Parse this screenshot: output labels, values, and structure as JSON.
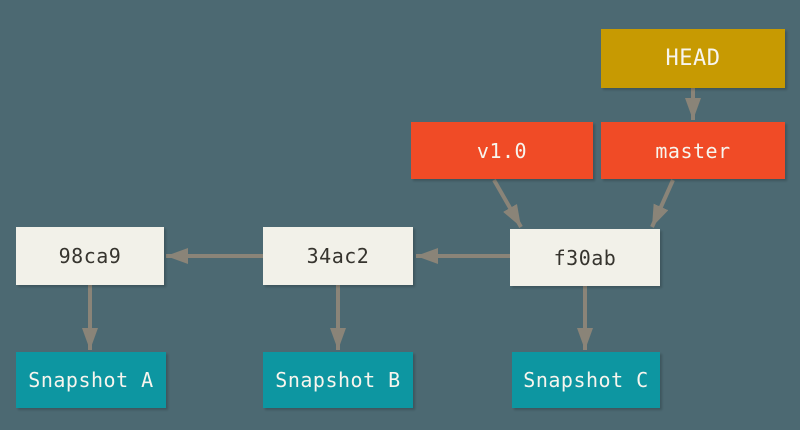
{
  "diagram": {
    "type": "git-commit-history-with-refs",
    "nodes": [
      {
        "id": "head",
        "label": "HEAD",
        "kind": "head-pointer"
      },
      {
        "id": "v1.0",
        "label": "v1.0",
        "kind": "tag"
      },
      {
        "id": "master",
        "label": "master",
        "kind": "branch"
      },
      {
        "id": "f30ab",
        "label": "f30ab",
        "kind": "commit"
      },
      {
        "id": "34ac2",
        "label": "34ac2",
        "kind": "commit"
      },
      {
        "id": "98ca9",
        "label": "98ca9",
        "kind": "commit"
      },
      {
        "id": "snapshot-a",
        "label": "Snapshot A",
        "kind": "snapshot"
      },
      {
        "id": "snapshot-b",
        "label": "Snapshot B",
        "kind": "snapshot"
      },
      {
        "id": "snapshot-c",
        "label": "Snapshot C",
        "kind": "snapshot"
      }
    ],
    "edges": [
      {
        "from": "HEAD",
        "to": "master"
      },
      {
        "from": "v1.0",
        "to": "f30ab"
      },
      {
        "from": "master",
        "to": "f30ab"
      },
      {
        "from": "f30ab",
        "to": "34ac2"
      },
      {
        "from": "34ac2",
        "to": "98ca9"
      },
      {
        "from": "98ca9",
        "to": "Snapshot A"
      },
      {
        "from": "34ac2",
        "to": "Snapshot B"
      },
      {
        "from": "f30ab",
        "to": "Snapshot C"
      }
    ],
    "colors": {
      "background": "#4c6972",
      "head_fill": "#c79a02",
      "ref_fill": "#f04b26",
      "commit_fill": "#f2f1e9",
      "snapshot_fill": "#0d96a1",
      "arrow": "#8a8478",
      "commit_text": "#36342e",
      "light_text": "#f7f5ee"
    }
  }
}
